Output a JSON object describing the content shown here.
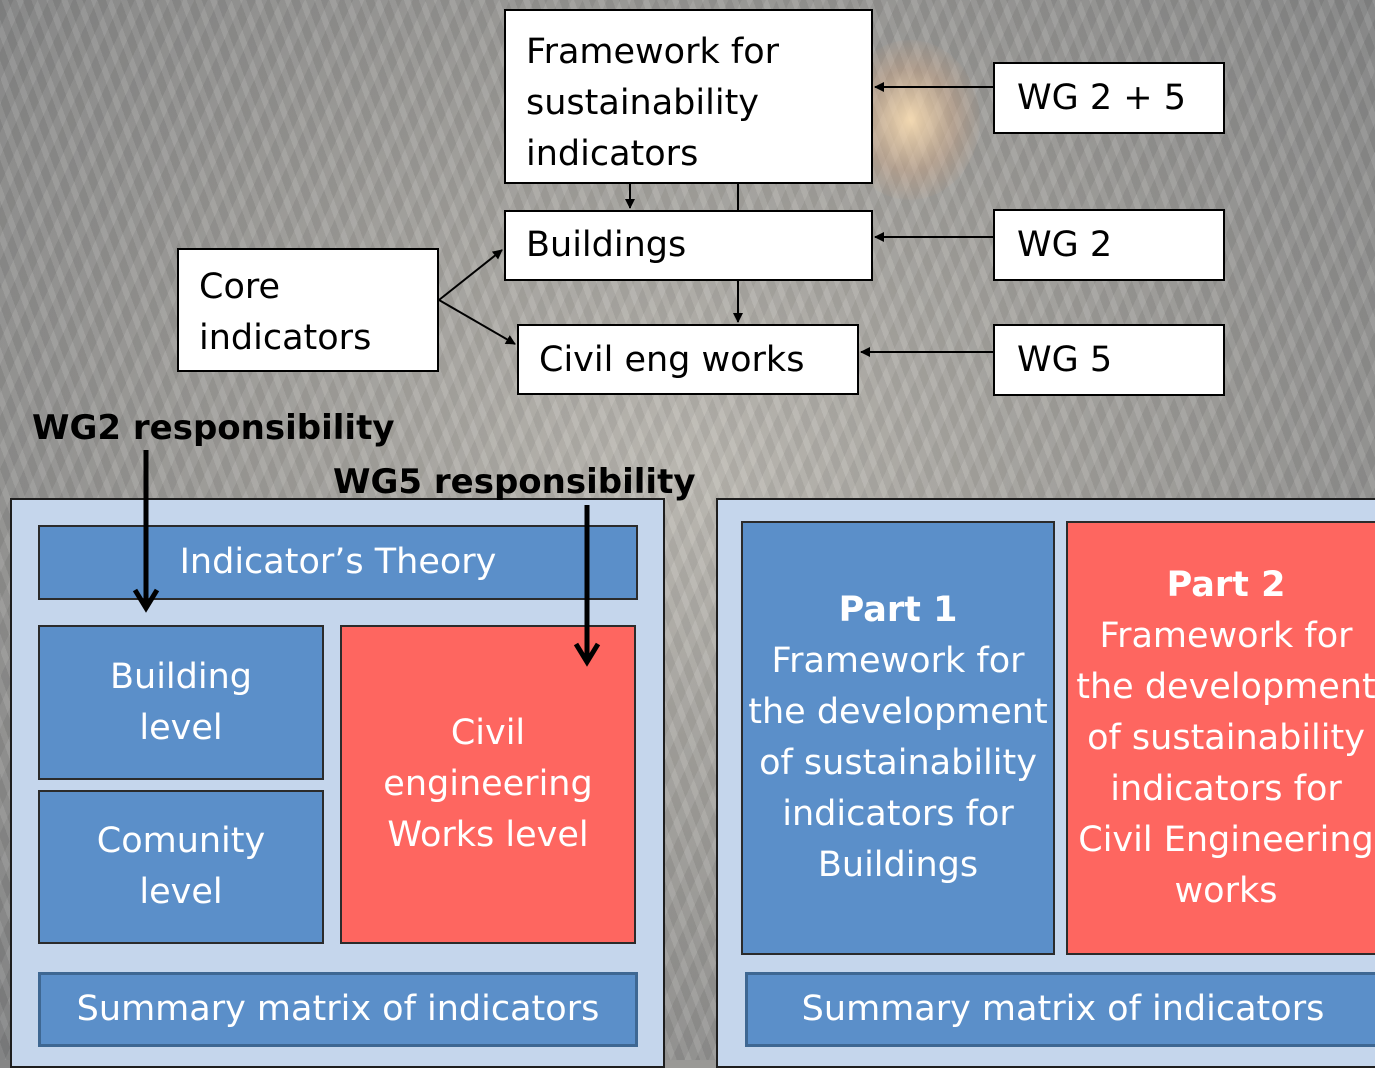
{
  "top": {
    "framework": "Framework for sustainability indicators",
    "buildings": "Buildings",
    "civil": "Civil eng works",
    "core": "Core indicators",
    "wg25": "WG 2 + 5",
    "wg2": "WG 2",
    "wg5": "WG 5"
  },
  "responsibility": {
    "wg2": "WG2 responsibility",
    "wg5": "WG5 responsibility"
  },
  "left_panel": {
    "theory": "Indicator’s Theory",
    "building": "Building level",
    "community": "Comunity level",
    "civil": "Civil engineering Works level",
    "matrix": "Summary matrix of indicators"
  },
  "right_panel": {
    "part1_title": "Part 1",
    "part1_text": "Framework for the development of sustainability indicators for Buildings",
    "part2_title": "Part 2",
    "part2_text": "Framework for the development of sustainability indicators for Civil Engineering works",
    "matrix": "Summary matrix of indicators"
  },
  "colors": {
    "blue": "#5b8fc9",
    "red": "#fe6660",
    "panel": "#c5d6ec"
  }
}
